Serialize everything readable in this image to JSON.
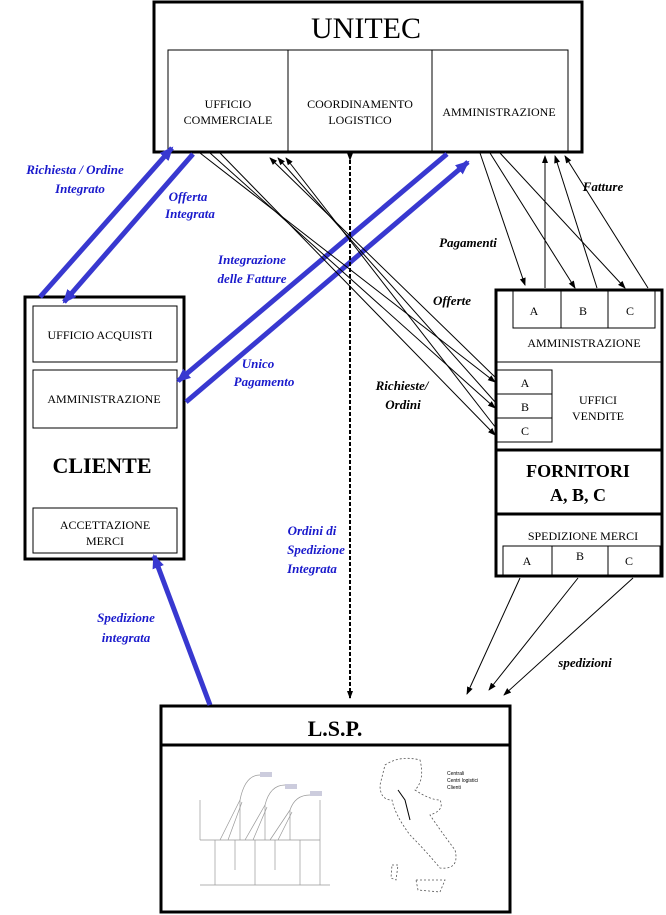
{
  "unitec": {
    "title": "UNITEC",
    "offices": [
      {
        "line1": "UFFICIO",
        "line2": "COMMERCIALE"
      },
      {
        "line1": "COORDINAMENTO",
        "line2": "LOGISTICO"
      },
      {
        "line1": "AMMINISTRAZIONE"
      }
    ]
  },
  "cliente": {
    "title": "CLIENTE",
    "offices": [
      "UFFICIO ACQUISTI",
      "AMMINISTRAZIONE"
    ],
    "acceptance": {
      "line1": "ACCETTAZIONE",
      "line2": "MERCI"
    }
  },
  "fornitori": {
    "title_line1": "FORNITORI",
    "title_line2": "A, B, C",
    "admin_cells": [
      "A",
      "B",
      "C"
    ],
    "admin_label": "AMMINISTRAZIONE",
    "sales_cells": [
      "A",
      "B",
      "C"
    ],
    "sales_label_line1": "UFFICI",
    "sales_label_line2": "VENDITE",
    "shipping_label": "SPEDIZIONE MERCI",
    "shipping_cells": [
      "A",
      "B",
      "C"
    ]
  },
  "lsp": {
    "title": "L.S.P.",
    "map_legend": [
      "Centrali",
      "Centri logistici",
      "Clienti"
    ]
  },
  "flows": {
    "richiesta_1": "Richiesta / Ordine",
    "richiesta_2": "Integrato",
    "offerta_1": "Offerta",
    "offerta_2": "Integrata",
    "integrazione_1": "Integrazione",
    "integrazione_2": "delle Fatture",
    "unico_1": "Unico",
    "unico_2": "Pagamento",
    "ordini_1": "Ordini di",
    "ordini_2": "Spedizione",
    "ordini_3": "Integrata",
    "spedizione_1": "Spedizione",
    "spedizione_2": "integrata",
    "fatture": "Fatture",
    "pagamenti": "Pagamenti",
    "offerte": "Offerte",
    "richieste_1": "Richieste/",
    "richieste_2": "Ordini",
    "spedizioni": "spedizioni"
  },
  "colors": {
    "flow_blue": "#3838d0"
  }
}
